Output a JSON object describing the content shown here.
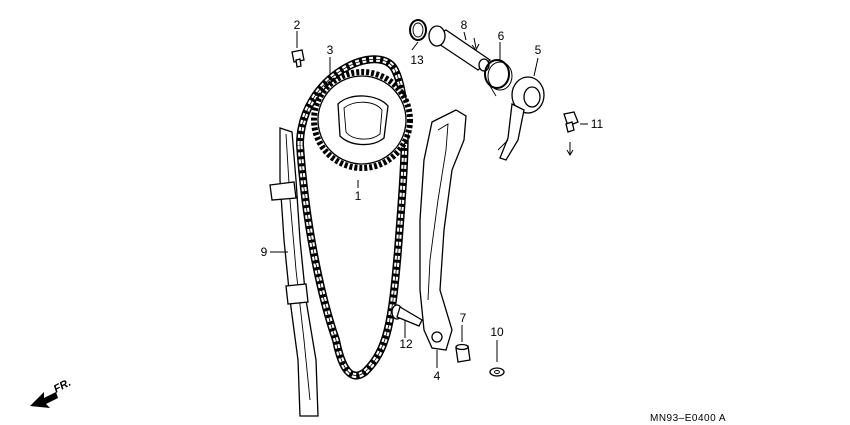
{
  "diagram": {
    "callouts": {
      "c1": "1",
      "c2": "2",
      "c3": "3",
      "c4": "4",
      "c5": "5",
      "c6": "6",
      "c7": "7",
      "c8": "8",
      "c9": "9",
      "c10": "10",
      "c11": "11",
      "c12": "12",
      "c13": "13"
    },
    "direction_label": "FR.",
    "drawing_code": "MN93–E0400 A"
  }
}
